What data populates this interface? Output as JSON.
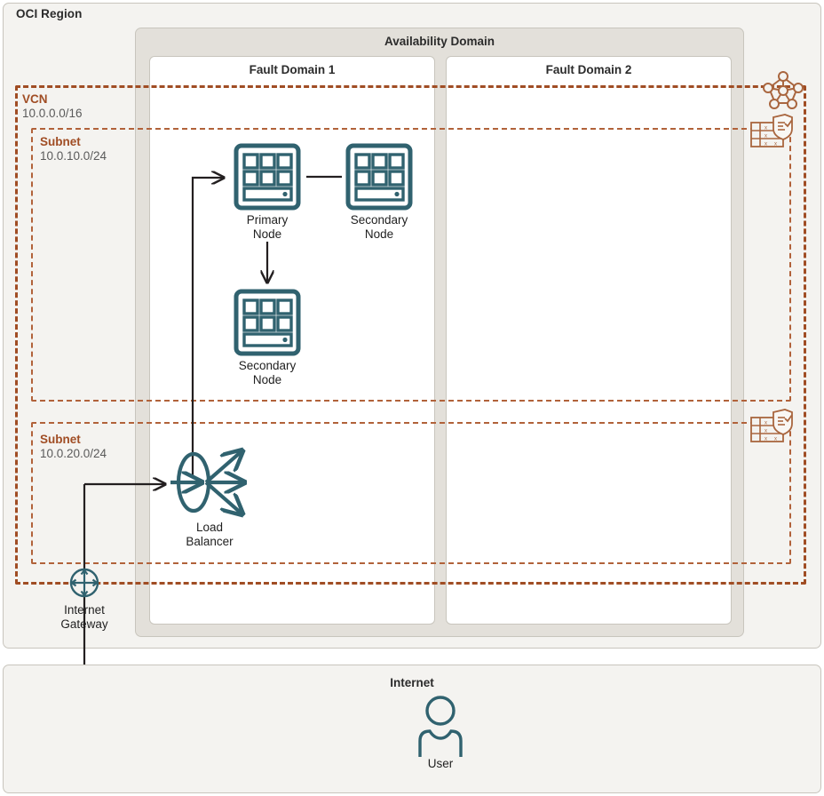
{
  "region": {
    "title": "OCI Region"
  },
  "availability_domain": {
    "title": "Availability Domain"
  },
  "fault_domains": [
    {
      "title": "Fault Domain 1"
    },
    {
      "title": "Fault Domain 2"
    }
  ],
  "vcn": {
    "name": "VCN",
    "cidr": "10.0.0.0/16"
  },
  "subnets": [
    {
      "name": "Subnet",
      "cidr": "10.0.10.0/24"
    },
    {
      "name": "Subnet",
      "cidr": "10.0.20.0/24"
    }
  ],
  "nodes": [
    {
      "id": "primary",
      "label_line1": "Primary",
      "label_line2": "Node"
    },
    {
      "id": "secondary-1",
      "label_line1": "Secondary",
      "label_line2": "Node"
    },
    {
      "id": "secondary-2",
      "label_line1": "Secondary",
      "label_line2": "Node"
    }
  ],
  "load_balancer": {
    "label_line1": "Load",
    "label_line2": "Balancer"
  },
  "internet_gateway": {
    "label_line1": "Internet",
    "label_line2": "Gateway"
  },
  "internet": {
    "title": "Internet",
    "user_label": "User"
  },
  "icons": [
    {
      "name": "vcn-mesh-icon"
    },
    {
      "name": "security-list-icon-subnet-1"
    },
    {
      "name": "security-list-icon-subnet-2"
    }
  ],
  "colors": {
    "region_bg": "#f4f3f0",
    "ad_bg": "#e3e0da",
    "fd_bg": "#ffffff",
    "panel_border": "#c8c5bd",
    "vcn_dash": "#a04d24",
    "subnet_dash": "#b1623a",
    "icon_teal": "#30626f",
    "connector": "#231f20",
    "text_dark": "#2b2b2b",
    "text_muted": "#5a5a5a"
  }
}
